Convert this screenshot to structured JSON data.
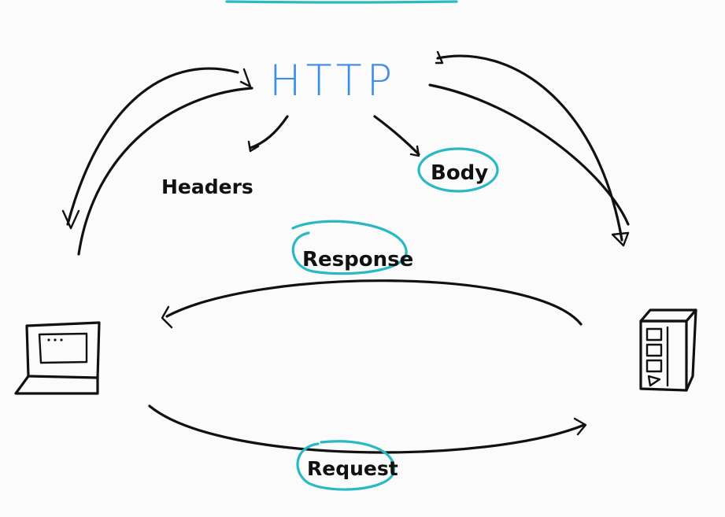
{
  "diagram": {
    "title": "HTTP",
    "parts": {
      "headers": "Headers",
      "body": "Body"
    },
    "flows": {
      "response": "Response",
      "request": "Request"
    }
  },
  "colors": {
    "ink": "#111111",
    "title": "#3d8ee8",
    "highlight": "#2ab8c4",
    "background": "#fbfbfb"
  },
  "icons": {
    "client": "laptop-icon",
    "server": "server-tower-icon"
  }
}
